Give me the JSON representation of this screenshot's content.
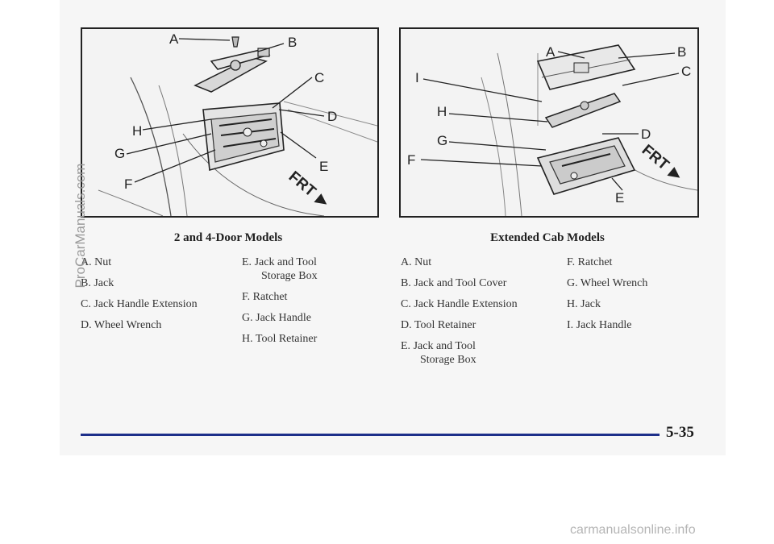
{
  "page": {
    "page_number": "5-35",
    "watermark_side": "ProCarManuals.com",
    "watermark_bottom": "carmanualsonline.info"
  },
  "figures": {
    "left": {
      "caption": "2 and 4-Door Models",
      "callouts": [
        "A",
        "B",
        "C",
        "D",
        "E",
        "F",
        "G",
        "H"
      ],
      "arrow_label": "FRT",
      "legend_col1": [
        {
          "letter": "A.",
          "text": "Nut"
        },
        {
          "letter": "B.",
          "text": "Jack"
        },
        {
          "letter": "C.",
          "text": "Jack Handle Extension"
        },
        {
          "letter": "D.",
          "text": "Wheel Wrench"
        }
      ],
      "legend_col2": [
        {
          "letter": "E.",
          "text": "Jack and Tool",
          "text2": "Storage Box"
        },
        {
          "letter": "F.",
          "text": "Ratchet"
        },
        {
          "letter": "G.",
          "text": "Jack Handle"
        },
        {
          "letter": "H.",
          "text": "Tool Retainer"
        }
      ]
    },
    "right": {
      "caption": "Extended Cab Models",
      "callouts": [
        "A",
        "B",
        "C",
        "D",
        "E",
        "F",
        "G",
        "H",
        "I"
      ],
      "arrow_label": "FRT",
      "legend_col1": [
        {
          "letter": "A.",
          "text": "Nut"
        },
        {
          "letter": "B.",
          "text": "Jack and Tool Cover"
        },
        {
          "letter": "C.",
          "text": "Jack Handle Extension"
        },
        {
          "letter": "D.",
          "text": "Tool Retainer"
        },
        {
          "letter": "E.",
          "text": "Jack and Tool",
          "text2": "Storage Box"
        }
      ],
      "legend_col2": [
        {
          "letter": "F.",
          "text": "Ratchet"
        },
        {
          "letter": "G.",
          "text": "Wheel Wrench"
        },
        {
          "letter": "H.",
          "text": "Jack"
        },
        {
          "letter": "I.",
          "text": "Jack Handle"
        }
      ]
    }
  }
}
